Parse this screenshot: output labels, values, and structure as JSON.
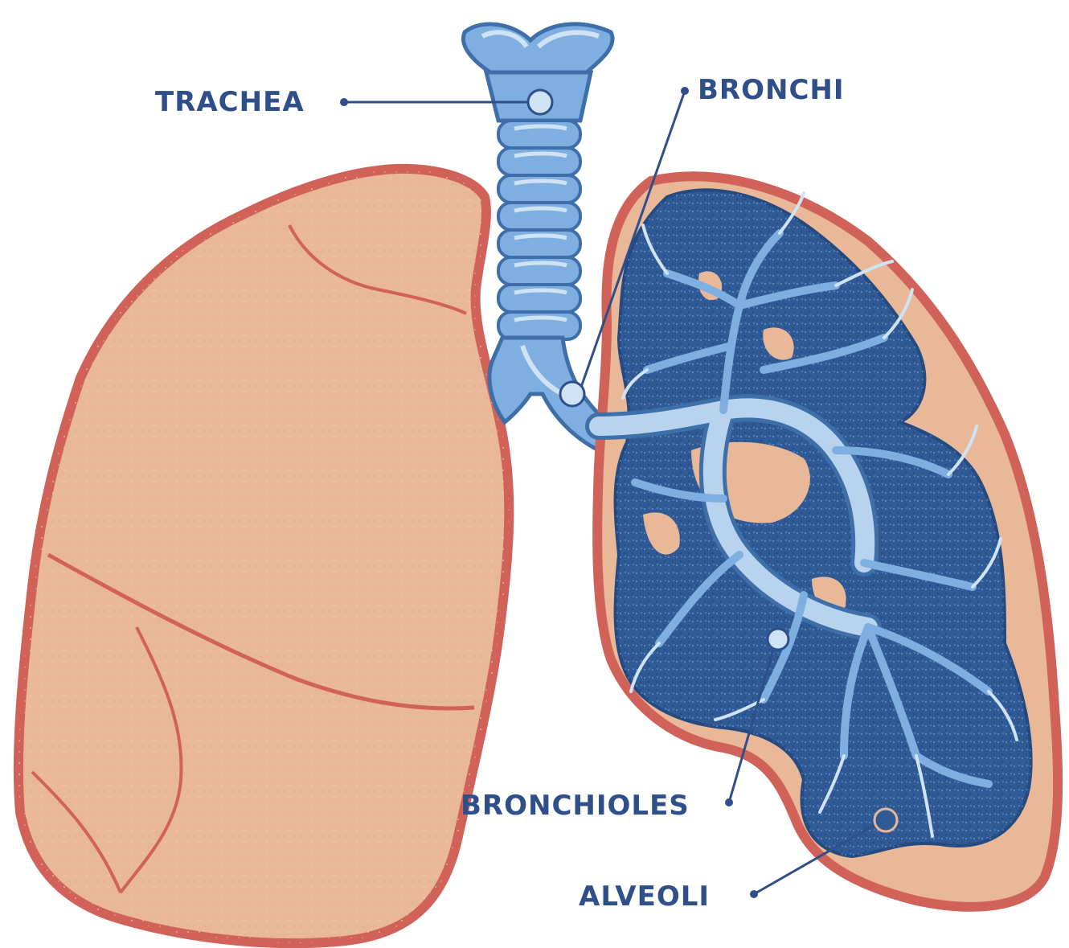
{
  "colors": {
    "lung_fill": "#E8B898",
    "lung_outline": "#D0625A",
    "airway_fill": "#7FAFE0",
    "airway_light": "#CFE3F5",
    "airway_outline": "#3F6FA8",
    "alveoli_fill": "#2F5A96",
    "label_text": "#2F4F8A",
    "leader_line": "#2F4F8A"
  },
  "labels": {
    "trachea": "TRACHEA",
    "bronchi": "BRONCHI",
    "bronchioles": "BRONCHIOLES",
    "alveoli": "ALVEOLI"
  },
  "icons": {
    "leader_dot": "filled-circle",
    "marker_ring": "circle-outline"
  }
}
